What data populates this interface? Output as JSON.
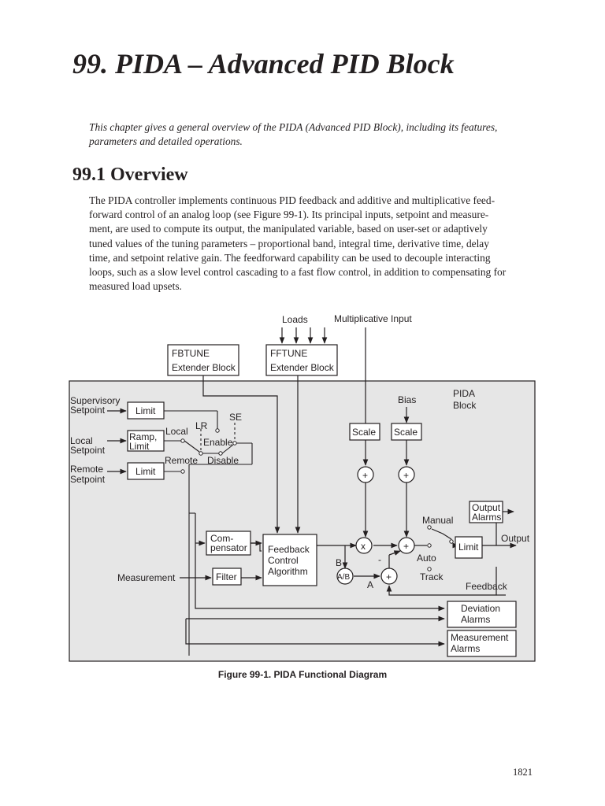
{
  "page": {
    "title": "99. PIDA – Advanced PID Block",
    "intro": "This chapter gives a general overview of the PIDA (Advanced PID Block), including its features, parameters and detailed operations.",
    "section_heading": "99.1 Overview",
    "body_lines": [
      "The PIDA controller implements continuous PID feedback and additive and multiplicative feed-",
      "forward control of an analog loop (see Figure 99-1). Its principal inputs, setpoint and measure-",
      "ment, are used to compute its output, the manipulated variable, based on user-set or adaptively",
      "tuned values of the tuning parameters – proportional band, integral time, derivative time, delay",
      "time, and setpoint relative gain. The feedforward capability can be used to decouple interacting",
      "loops, such as a slow level control cascading to a fast flow control, in addition to compensating for",
      "measured load upsets."
    ],
    "figure_caption": "Figure 99-1. PIDA Functional Diagram",
    "page_number": "1821"
  },
  "diagram": {
    "top_labels": {
      "loads": "Loads",
      "multiplicative_input": "Multiplicative Input"
    },
    "fbtune": [
      "FBTUNE",
      "Extender Block"
    ],
    "fftune": [
      "FFTUNE",
      "Extender Block"
    ],
    "block_name": [
      "PIDA",
      "Block"
    ],
    "bias": "Bias",
    "scale": "Scale",
    "supervisory_setpoint": [
      "Supervisory",
      "Setpoint"
    ],
    "local_setpoint": [
      "Local",
      "Setpoint"
    ],
    "remote_setpoint": [
      "Remote",
      "Setpoint"
    ],
    "limit": "Limit",
    "ramp_limit": [
      "Ramp,",
      "Limit"
    ],
    "switch_labels": {
      "local": "Local",
      "remote": "Remote",
      "lr": "LR",
      "se": "SE",
      "enable": "Enable",
      "disable": "Disable"
    },
    "compensator": [
      "Com-",
      "pensator"
    ],
    "measurement": "Measurement",
    "filter": "Filter",
    "feedback_control": [
      "Feedback",
      "Control",
      "Algorithm"
    ],
    "operators": {
      "plus": "+",
      "times": "x",
      "minus": "-",
      "ratio": "A/B",
      "a": "A",
      "b": "B"
    },
    "modes": {
      "manual": "Manual",
      "auto": "Auto",
      "track": "Track"
    },
    "output_alarms": [
      "Output",
      "Alarms"
    ],
    "output": "Output",
    "feedback": "Feedback",
    "deviation_alarms": [
      "Deviation",
      "Alarms"
    ],
    "measurement_alarms": [
      "Measurement",
      "Alarms"
    ]
  }
}
